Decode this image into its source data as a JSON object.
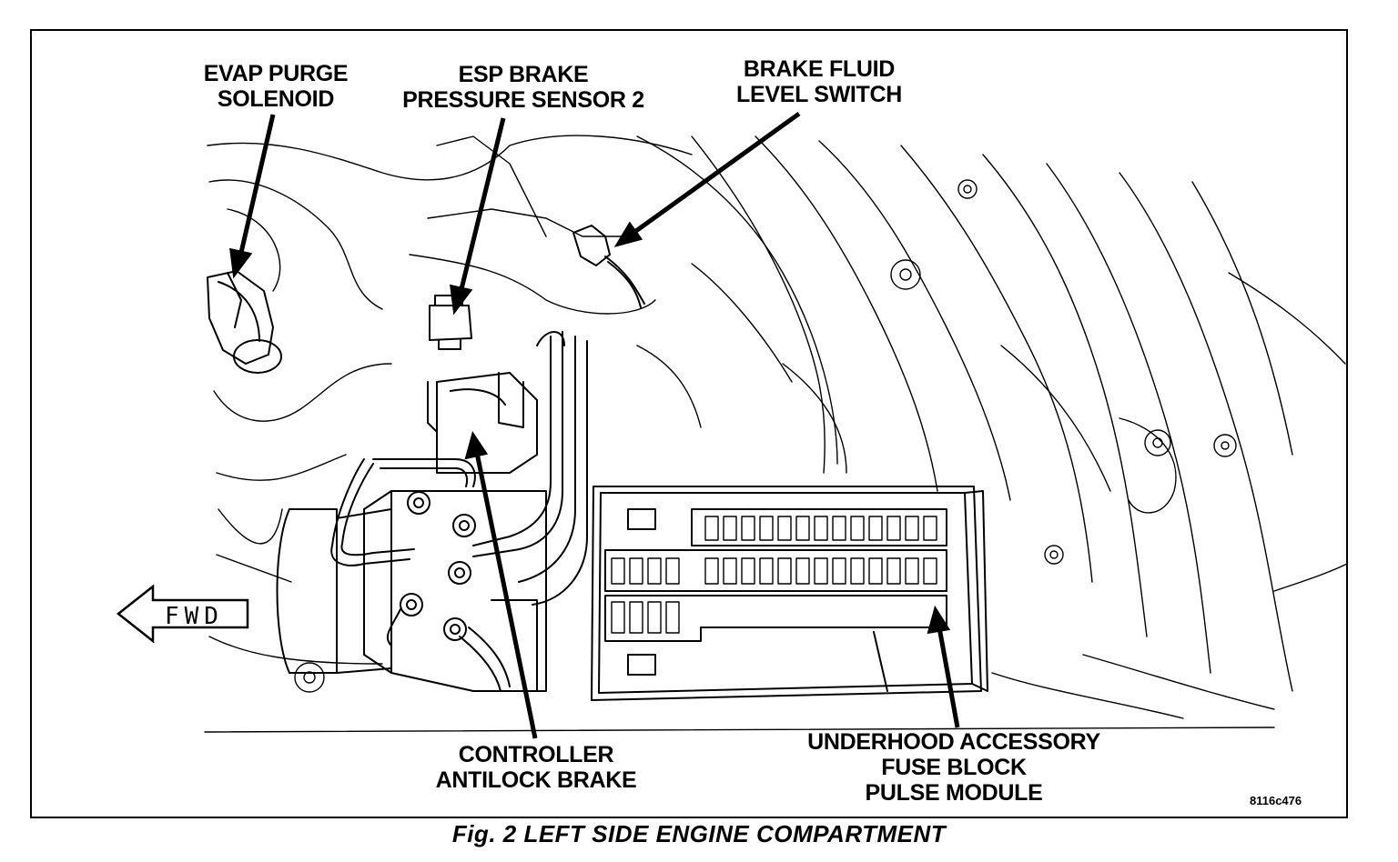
{
  "figure": {
    "caption": "Fig. 2 LEFT SIDE ENGINE COMPARTMENT",
    "figure_id": "8116c476",
    "direction_label": "FWD"
  },
  "callouts": {
    "evap_purge_solenoid": [
      "EVAP PURGE",
      "SOLENOID"
    ],
    "esp_brake_pressure_sensor": [
      "ESP BRAKE",
      "PRESSURE SENSOR 2"
    ],
    "brake_fluid_level_switch": [
      "BRAKE FLUID",
      "LEVEL SWITCH"
    ],
    "controller_antilock_brake": [
      "CONTROLLER",
      "ANTILOCK BRAKE"
    ],
    "underhood_fuse_block": [
      "UNDERHOOD ACCESSORY",
      "FUSE BLOCK",
      "PULSE MODULE"
    ]
  }
}
